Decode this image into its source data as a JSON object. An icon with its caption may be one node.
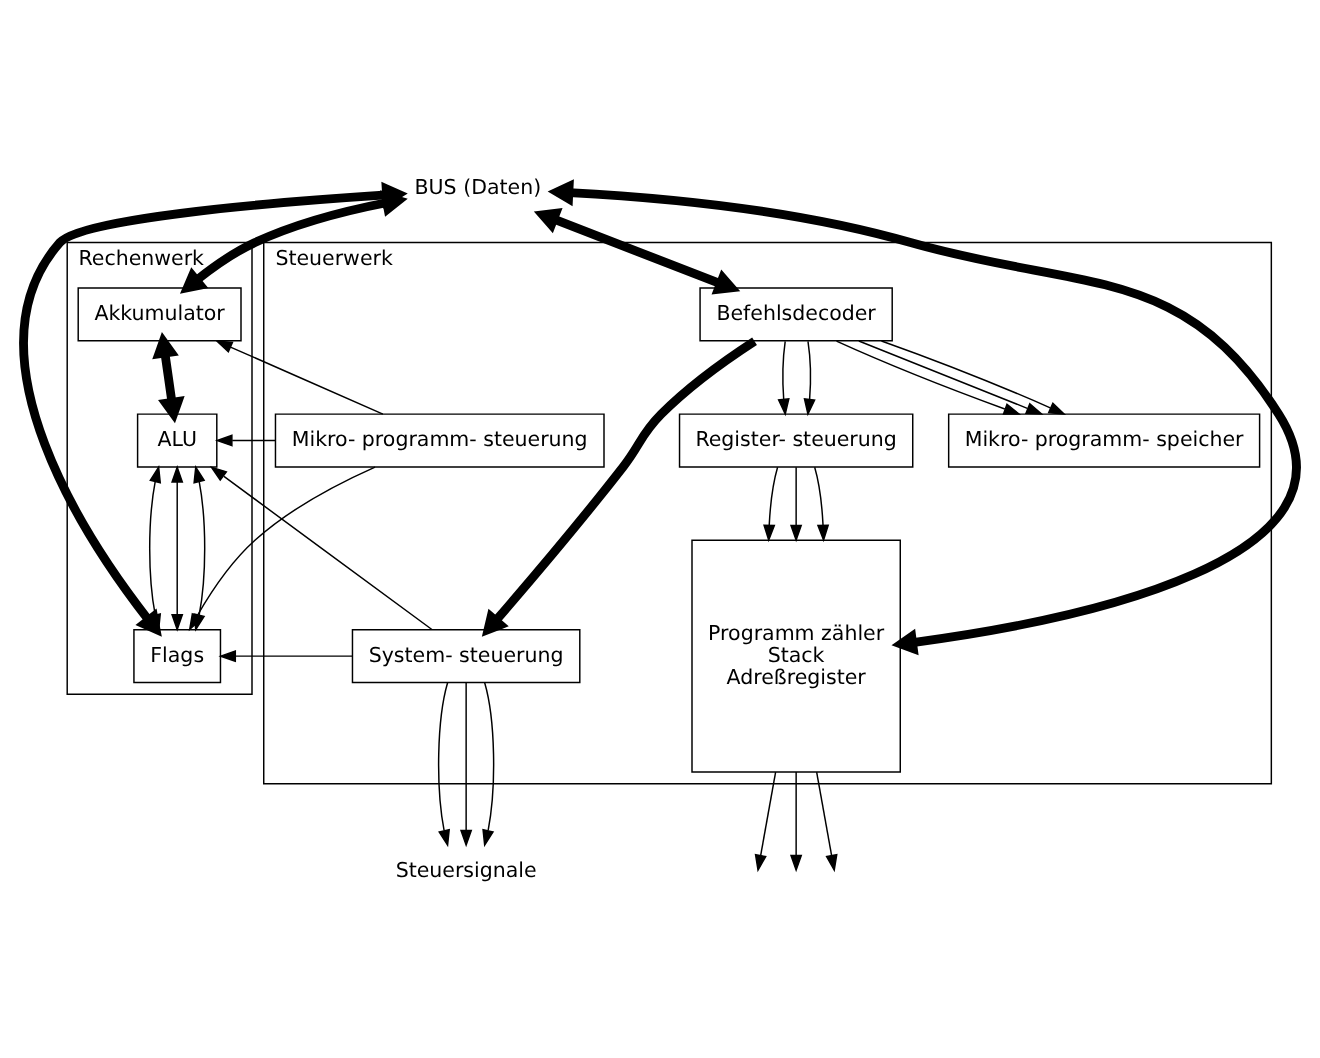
{
  "diagram": {
    "nodes": [
      {
        "text": [
          "Rechenwerk"
        ]
      },
      {
        "text": [
          "Akkumulator"
        ],
        "in": 0
      },
      {
        "text": [
          "ALU"
        ],
        "in": 0
      },
      {
        "text": [
          "Flags"
        ],
        "in": 0
      },
      {
        "text": [
          "Steuerwerk"
        ]
      },
      {
        "text": [
          "Befehlsdecoder"
        ],
        "in": 4
      },
      {
        "text": [
          "Mikro- programm- speicher"
        ],
        "in": 4
      },
      {
        "text": [
          "Mikro- programm- steuerung"
        ],
        "in": 4
      },
      {
        "text": [
          "Register- steuerung"
        ],
        "in": 4
      },
      {
        "text": [
          "System- steuerung"
        ],
        "in": 4
      },
      {
        "text": [
          "Programm zähler",
          "Stack",
          "Adreßregister"
        ],
        "in": 4
      },
      {
        "text": [
          "BUS (Daten)"
        ]
      },
      {
        "text": [
          "Steuersignale"
        ]
      }
    ],
    "edges": [
      {
        "from": 11,
        "to": 5,
        "arrow": "both",
        "style": "thick"
      },
      {
        "from": 11,
        "to": 10,
        "arrow": "both",
        "style": "thick"
      },
      {
        "from": 11,
        "to": 1,
        "arrow": "both",
        "style": "thick"
      },
      {
        "from": 11,
        "to": 3,
        "arrow": "both",
        "style": "thick"
      },
      {
        "from": 1,
        "to": 2,
        "arrow": "both",
        "style": "thick"
      },
      {
        "from": 2,
        "to": 3,
        "arrow": "both"
      },
      {
        "from": 2,
        "to": 3,
        "arrow": "both"
      },
      {
        "from": 2,
        "to": 3,
        "arrow": "both"
      },
      {
        "from": 5,
        "to": 6,
        "arrow": "to"
      },
      {
        "from": 5,
        "to": 6,
        "arrow": "to"
      },
      {
        "from": 5,
        "to": 6,
        "arrow": "to"
      },
      {
        "from": 5,
        "to": 8,
        "arrow": "to"
      },
      {
        "from": 5,
        "to": 8,
        "arrow": "to"
      },
      {
        "from": 5,
        "to": 9,
        "arrow": "to",
        "style": "thick"
      },
      {
        "from": 7,
        "to": 1,
        "arrow": "to"
      },
      {
        "from": 7,
        "to": 2,
        "arrow": "to"
      },
      {
        "from": 7,
        "to": 3,
        "arrow": "to"
      },
      {
        "from": 9,
        "to": 2,
        "arrow": "to"
      },
      {
        "from": 9,
        "to": 3,
        "arrow": "to"
      },
      {
        "from": 8,
        "to": 10,
        "arrow": "to"
      },
      {
        "from": 8,
        "to": 10,
        "arrow": "to"
      },
      {
        "from": 8,
        "to": 10,
        "arrow": "to"
      },
      {
        "from": 9,
        "to": 12,
        "arrow": "to"
      },
      {
        "from": 9,
        "to": 12,
        "arrow": "to"
      },
      {
        "from": 9,
        "to": 12,
        "arrow": "to"
      },
      {
        "from": 10,
        "to": null,
        "arrow": "to"
      },
      {
        "from": 10,
        "to": null,
        "arrow": "to"
      },
      {
        "from": 10,
        "to": null,
        "arrow": "to"
      }
    ]
  }
}
